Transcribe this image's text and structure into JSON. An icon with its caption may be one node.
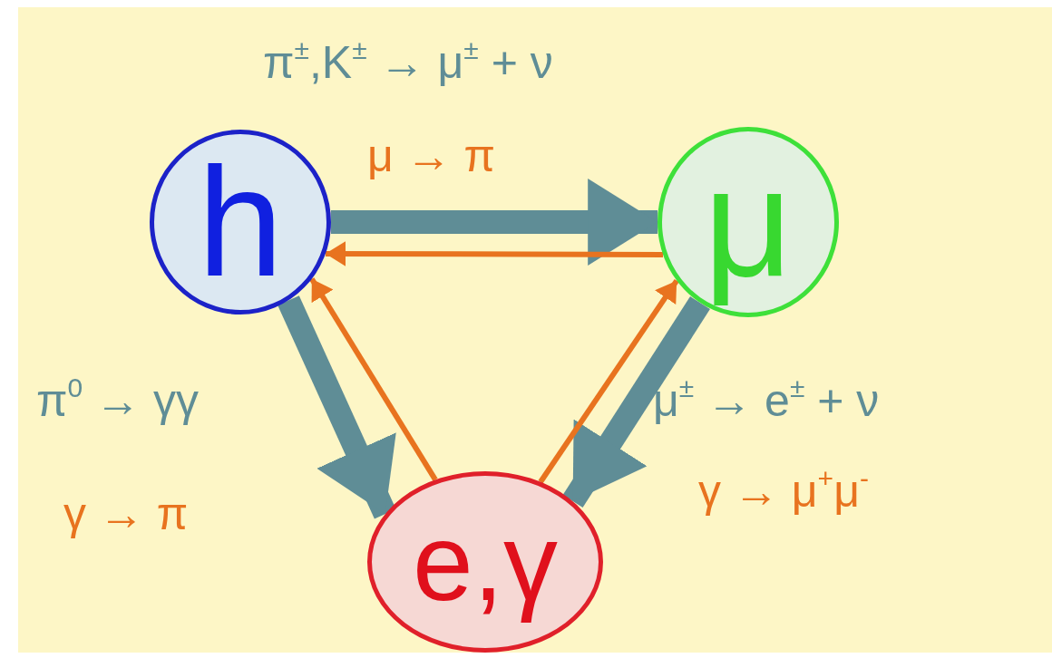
{
  "diagram": {
    "nodes": [
      {
        "text": [
          "h"
        ]
      },
      {
        "text": [
          "μ"
        ]
      },
      {
        "text": [
          "e,γ"
        ]
      }
    ],
    "edges": [
      {
        "from": 0,
        "to": 1,
        "arrow": "to",
        "style": "thick",
        "color": "#5f8d96",
        "label": "π$^{±}$,K$^{±}$ → μ$^{±}$ + ν"
      },
      {
        "from": 1,
        "to": 0,
        "arrow": "to",
        "color": "#e8731f",
        "label": "μ → π"
      },
      {
        "from": 0,
        "to": 2,
        "arrow": "to",
        "style": "thick",
        "color": "#5f8d96",
        "label": "π$^{0}$ → γγ"
      },
      {
        "from": 2,
        "to": 0,
        "arrow": "to",
        "color": "#e8731f",
        "label": "γ → π"
      },
      {
        "from": 1,
        "to": 2,
        "arrow": "to",
        "style": "thick",
        "color": "#5f8d96",
        "label": "μ$^{±}$ → e$^{±}$ + ν"
      },
      {
        "from": 2,
        "to": 1,
        "arrow": "to",
        "color": "#e8731f",
        "label": "γ → μ$^{+}$μ$^{-}$"
      }
    ]
  }
}
